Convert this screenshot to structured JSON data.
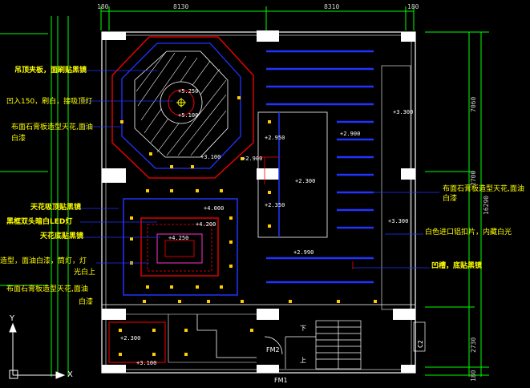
{
  "dimensions": {
    "top": [
      "180",
      "8130",
      "8310",
      "180"
    ],
    "right": [
      "7060",
      "2700",
      "16290",
      "2730",
      "180"
    ]
  },
  "annotations_left": [
    "吊顶夹板，面刷贴黑镜",
    "凹入150，刷白，接吸顶灯",
    "布面石膏板造型天花,面油",
    "白漆",
    "天花吸顶贴黑镜",
    "黑框双头暗白LED灯",
    "天花底贴黑镜",
    "造型，面油白漆，筒灯，灯",
    "光白上",
    "布面石膏板造型天花,面油",
    "白漆"
  ],
  "annotations_right": [
    "布面石膏板造型天花,面油",
    "白漆",
    "白色进口铝扣片，内藏白光",
    "凹槽，底贴黑镜"
  ],
  "elevations": [
    "+5.250",
    "+5.100",
    "+3.100",
    "+2.950",
    "+2.900",
    "+2.900",
    "+2.300",
    "+3.300",
    "+4.000",
    "+4.200",
    "+4.250",
    "+2.350",
    "+2.990",
    "+3.300",
    "+2.300",
    "+3.100"
  ],
  "rooms": {
    "down": "下",
    "up": "上",
    "fm2": "FM2",
    "fm1": "FM1",
    "c2": "C2"
  },
  "axis": {
    "y": "Y",
    "x": "X"
  },
  "colors": {
    "background": "#000000",
    "wall": "#ffffff",
    "red_line": "#ff0000",
    "blue_line": "#2233ff",
    "yellow_text": "#ffff00",
    "green_line": "#00ff00",
    "magenta": "#ff33cc"
  }
}
